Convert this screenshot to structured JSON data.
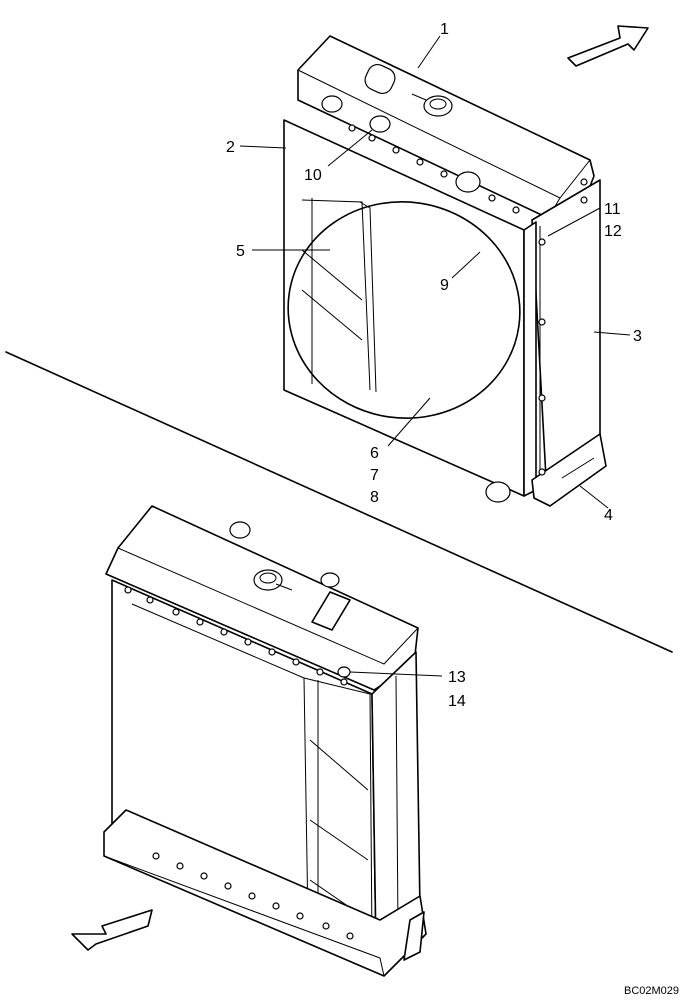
{
  "callouts": [
    "1",
    "2",
    "3",
    "4",
    "5",
    "6",
    "7",
    "8",
    "9",
    "10",
    "11",
    "12",
    "13",
    "14"
  ],
  "reference": "BC02M029"
}
